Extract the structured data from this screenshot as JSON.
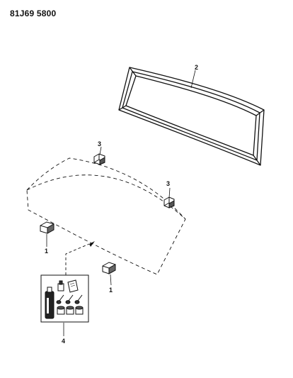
{
  "diagram": {
    "page_code": "81J69 5800",
    "callouts": {
      "seal": "2",
      "stop_right_upper": "3",
      "stop_right_lower": "3",
      "spacer_left": "1",
      "spacer_right": "1",
      "kit": "4"
    },
    "parts": [
      {
        "number": "1",
        "part": "spacer-block"
      },
      {
        "number": "2",
        "part": "windshield-weatherstrip"
      },
      {
        "number": "3",
        "part": "glass-stop"
      },
      {
        "number": "4",
        "part": "urethane-installation-kit"
      }
    ],
    "line_color": "#111111"
  }
}
